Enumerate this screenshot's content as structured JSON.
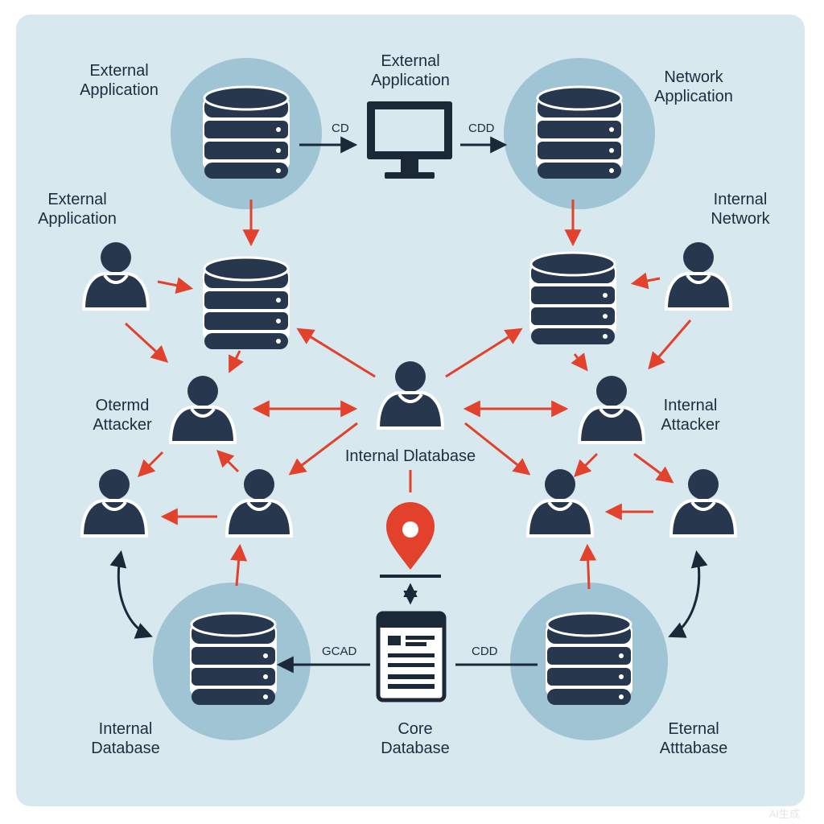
{
  "colors": {
    "background_panel": "#d7e8ef",
    "halo": "#9fc5d5",
    "icon": "#27374d",
    "arrow_red": "#e2412b",
    "arrow_dark": "#1b2838",
    "pin_red": "#e2412b"
  },
  "labels": {
    "ext_app_left_top": "External\nApplication",
    "ext_app_center_top": "External\nApplication",
    "network_app": "Network\nApplication",
    "ext_app_left": "External\nApplication",
    "internal_network": "Internal\nNetwork",
    "otermd_attacker": "Otermd\nAttacker",
    "internal_attacker": "Internal\nAttacker",
    "internal_dlatabase": "Internal Dlatabase",
    "internal_database_bottom": "Internal\nDatabase",
    "core_database": "Core\nDatabase",
    "eternal_atttabase": "Eternal\nAtttabase"
  },
  "edge_labels": {
    "top_left": "CD",
    "top_right": "CDD",
    "bottom_left": "GCAD",
    "bottom_right": "CDD"
  },
  "watermark": "AI生成",
  "icons": [
    {
      "name": "database-icon-top-left",
      "kind": "database-icon"
    },
    {
      "name": "monitor-icon-top",
      "kind": "monitor-icon"
    },
    {
      "name": "database-icon-top-right",
      "kind": "database-icon"
    },
    {
      "name": "user-icon-left-external",
      "kind": "user-icon"
    },
    {
      "name": "database-icon-mid-left",
      "kind": "database-icon"
    },
    {
      "name": "database-icon-mid-right",
      "kind": "database-icon"
    },
    {
      "name": "user-icon-right-internal-network",
      "kind": "user-icon"
    },
    {
      "name": "user-icon-otermd-attacker",
      "kind": "user-icon"
    },
    {
      "name": "user-icon-center",
      "kind": "user-icon"
    },
    {
      "name": "user-icon-internal-attacker",
      "kind": "user-icon"
    },
    {
      "name": "user-icon-lower-left-outer",
      "kind": "user-icon"
    },
    {
      "name": "user-icon-lower-left-inner",
      "kind": "user-icon"
    },
    {
      "name": "user-icon-lower-right-inner",
      "kind": "user-icon"
    },
    {
      "name": "user-icon-lower-right-outer",
      "kind": "user-icon"
    },
    {
      "name": "location-pin-icon",
      "kind": "pin-icon"
    },
    {
      "name": "document-server-icon",
      "kind": "document-icon"
    },
    {
      "name": "database-icon-bottom-left",
      "kind": "database-icon"
    },
    {
      "name": "database-icon-bottom-right",
      "kind": "database-icon"
    }
  ]
}
